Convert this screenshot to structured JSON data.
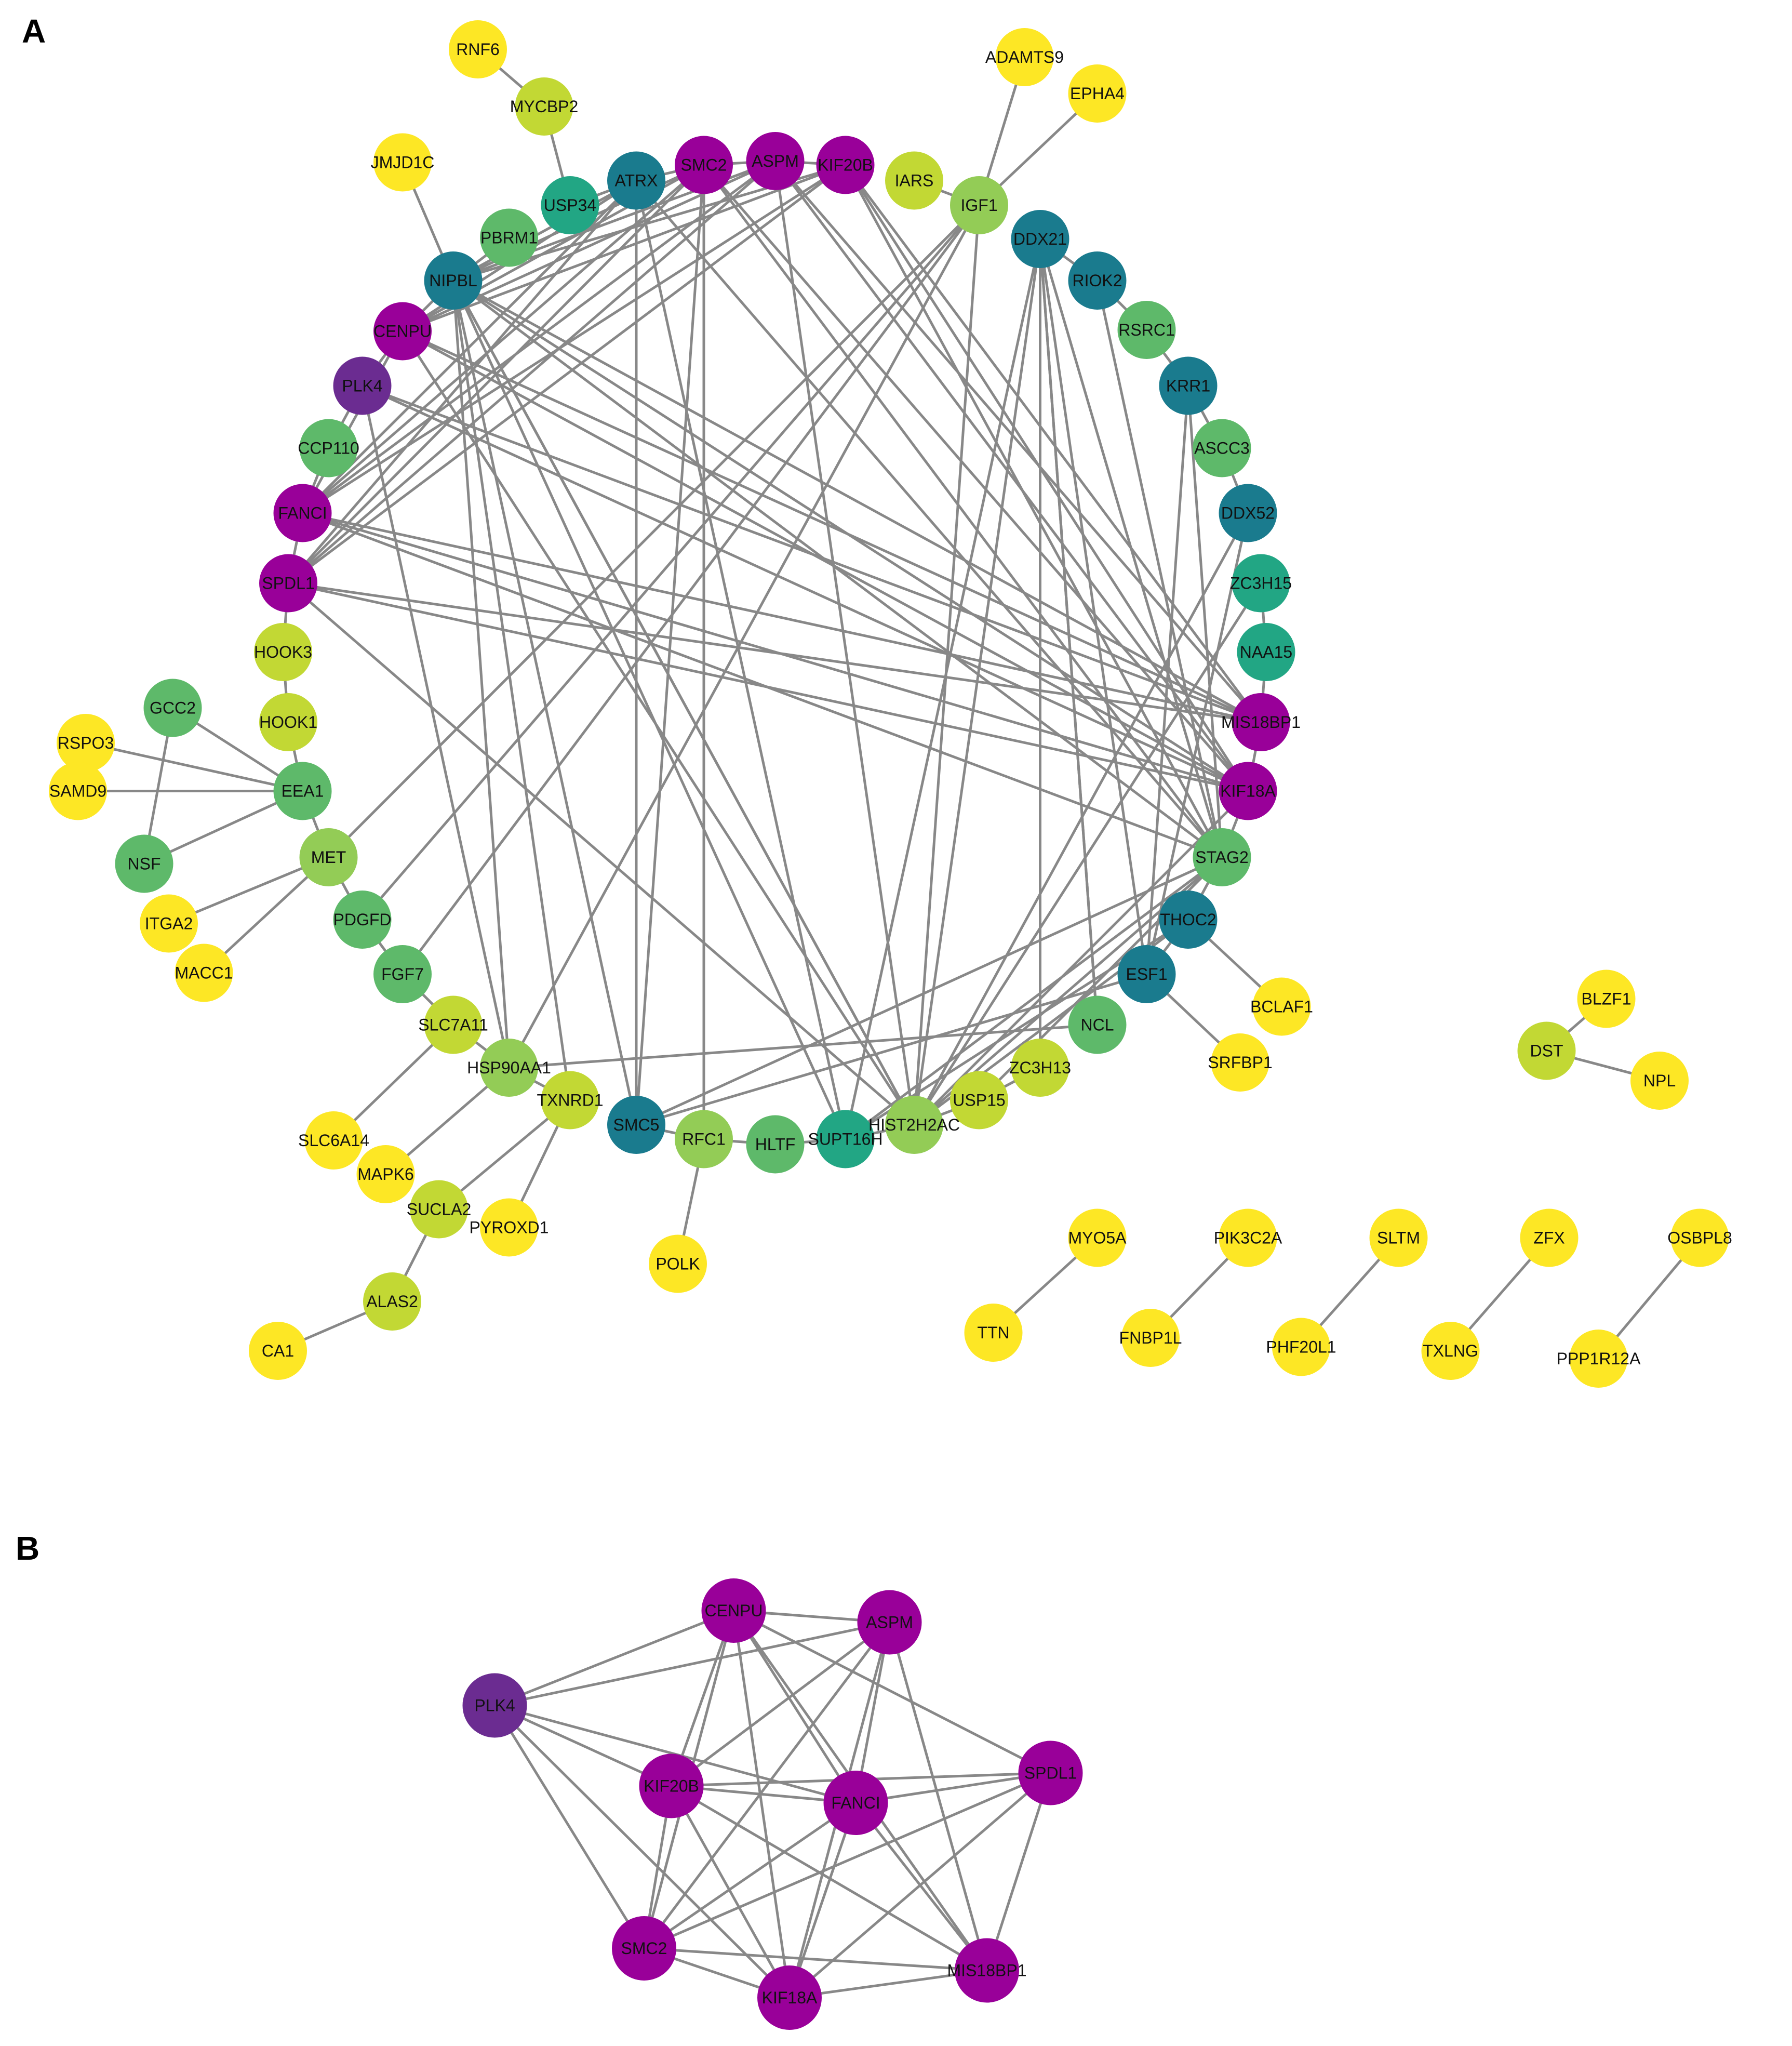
{
  "panels": [
    {
      "label": "A",
      "nodes": {
        "RNF6": {
          "c": "#fde725"
        },
        "MYCBP2": {
          "c": "#c2d834"
        },
        "JMJD1C": {
          "c": "#fde725"
        },
        "USP34": {
          "c": "#22a684"
        },
        "ATRX": {
          "c": "#1a7b8e"
        },
        "SMC2": {
          "c": "#990099"
        },
        "ASPM": {
          "c": "#990099"
        },
        "KIF20B": {
          "c": "#990099"
        },
        "ADAMTS9": {
          "c": "#fde725"
        },
        "EPHA4": {
          "c": "#fde725"
        },
        "IARS": {
          "c": "#c2d834"
        },
        "IGF1": {
          "c": "#93cc56"
        },
        "PBRM1": {
          "c": "#5eb96a"
        },
        "NIPBL": {
          "c": "#1a7b8e"
        },
        "DDX21": {
          "c": "#1a7b8e"
        },
        "RIOK2": {
          "c": "#1a7b8e"
        },
        "CENPU": {
          "c": "#990099"
        },
        "RSRC1": {
          "c": "#5eb96a"
        },
        "PLK4": {
          "c": "#6b2c91"
        },
        "KRR1": {
          "c": "#1a7b8e"
        },
        "CCP110": {
          "c": "#5eb96a"
        },
        "ASCC3": {
          "c": "#5eb96a"
        },
        "FANCI": {
          "c": "#990099"
        },
        "DDX52": {
          "c": "#1a7b8e"
        },
        "SPDL1": {
          "c": "#990099"
        },
        "ZC3H15": {
          "c": "#22a684"
        },
        "HOOK3": {
          "c": "#c2d834"
        },
        "NAA15": {
          "c": "#22a684"
        },
        "GCC2": {
          "c": "#5eb96a"
        },
        "RSPO3": {
          "c": "#fde725"
        },
        "HOOK1": {
          "c": "#c2d834"
        },
        "MIS18BP1": {
          "c": "#990099"
        },
        "SAMD9": {
          "c": "#fde725"
        },
        "EEA1": {
          "c": "#5eb96a"
        },
        "KIF18A": {
          "c": "#990099"
        },
        "NSF": {
          "c": "#5eb96a"
        },
        "MET": {
          "c": "#93cc56"
        },
        "STAG2": {
          "c": "#5eb96a"
        },
        "ITGA2": {
          "c": "#fde725"
        },
        "PDGFD": {
          "c": "#5eb96a"
        },
        "THOC2": {
          "c": "#1a7b8e"
        },
        "MACC1": {
          "c": "#fde725"
        },
        "FGF7": {
          "c": "#5eb96a"
        },
        "ESF1": {
          "c": "#1a7b8e"
        },
        "BLZF1": {
          "c": "#fde725"
        },
        "BCLAF1": {
          "c": "#fde725"
        },
        "SLC7A11": {
          "c": "#c2d834"
        },
        "NCL": {
          "c": "#5eb96a"
        },
        "DST": {
          "c": "#c2d834"
        },
        "HSP90AA1": {
          "c": "#93cc56"
        },
        "ZC3H13": {
          "c": "#c2d834"
        },
        "SRFBP1": {
          "c": "#fde725"
        },
        "NPL": {
          "c": "#fde725"
        },
        "TXNRD1": {
          "c": "#c2d834"
        },
        "USP15": {
          "c": "#c2d834"
        },
        "SLC6A14": {
          "c": "#fde725"
        },
        "SMC5": {
          "c": "#1a7b8e"
        },
        "RFC1": {
          "c": "#93cc56"
        },
        "HLTF": {
          "c": "#5eb96a"
        },
        "SUPT16H": {
          "c": "#22a684"
        },
        "HIST2H2AC": {
          "c": "#93cc56"
        },
        "MAPK6": {
          "c": "#fde725"
        },
        "SUCLA2": {
          "c": "#c2d834"
        },
        "PYROXD1": {
          "c": "#fde725"
        },
        "POLK": {
          "c": "#fde725"
        },
        "MYO5A": {
          "c": "#fde725"
        },
        "PIK3C2A": {
          "c": "#fde725"
        },
        "SLTM": {
          "c": "#fde725"
        },
        "ZFX": {
          "c": "#fde725"
        },
        "OSBPL8": {
          "c": "#fde725"
        },
        "ALAS2": {
          "c": "#c2d834"
        },
        "TTN": {
          "c": "#fde725"
        },
        "FNBP1L": {
          "c": "#fde725"
        },
        "PHF20L1": {
          "c": "#fde725"
        },
        "TXLNG": {
          "c": "#fde725"
        },
        "PPP1R12A": {
          "c": "#fde725"
        },
        "CA1": {
          "c": "#fde725"
        }
      },
      "edges": [
        [
          "RNF6",
          "MYCBP2"
        ],
        [
          "MYCBP2",
          "USP34"
        ],
        [
          "JMJD1C",
          "NIPBL"
        ],
        [
          "ADAMTS9",
          "IGF1"
        ],
        [
          "EPHA4",
          "IGF1"
        ],
        [
          "IARS",
          "IGF1"
        ],
        [
          "USP34",
          "ATRX"
        ],
        [
          "ATRX",
          "SMC2"
        ],
        [
          "SMC2",
          "ASPM"
        ],
        [
          "ASPM",
          "KIF20B"
        ],
        [
          "PBRM1",
          "NIPBL"
        ],
        [
          "NIPBL",
          "CENPU"
        ],
        [
          "CENPU",
          "PLK4"
        ],
        [
          "PLK4",
          "CCP110"
        ],
        [
          "CCP110",
          "FANCI"
        ],
        [
          "FANCI",
          "SPDL1"
        ],
        [
          "SPDL1",
          "HOOK3"
        ],
        [
          "HOOK3",
          "HOOK1"
        ],
        [
          "HOOK1",
          "EEA1"
        ],
        [
          "GCC2",
          "EEA1"
        ],
        [
          "RSPO3",
          "EEA1"
        ],
        [
          "SAMD9",
          "EEA1"
        ],
        [
          "NSF",
          "EEA1"
        ],
        [
          "GCC2",
          "NSF"
        ],
        [
          "EEA1",
          "MET"
        ],
        [
          "MET",
          "PDGFD"
        ],
        [
          "MET",
          "ITGA2"
        ],
        [
          "MET",
          "MACC1"
        ],
        [
          "PDGFD",
          "FGF7"
        ],
        [
          "FGF7",
          "SLC7A11"
        ],
        [
          "SLC7A11",
          "HSP90AA1"
        ],
        [
          "SLC7A11",
          "SLC6A14"
        ],
        [
          "HSP90AA1",
          "TXNRD1"
        ],
        [
          "HSP90AA1",
          "MAPK6"
        ],
        [
          "TXNRD1",
          "SUCLA2"
        ],
        [
          "TXNRD1",
          "PYROXD1"
        ],
        [
          "SUCLA2",
          "ALAS2"
        ],
        [
          "ALAS2",
          "CA1"
        ],
        [
          "SMC5",
          "RFC1"
        ],
        [
          "RFC1",
          "HLTF"
        ],
        [
          "RFC1",
          "POLK"
        ],
        [
          "HLTF",
          "SUPT16H"
        ],
        [
          "SUPT16H",
          "HIST2H2AC"
        ],
        [
          "HIST2H2AC",
          "USP15"
        ],
        [
          "USP15",
          "ZC3H13"
        ],
        [
          "HSP90AA1",
          "NCL"
        ],
        [
          "DDX21",
          "RIOK2"
        ],
        [
          "RIOK2",
          "RSRC1"
        ],
        [
          "RSRC1",
          "KRR1"
        ],
        [
          "KRR1",
          "ASCC3"
        ],
        [
          "ASCC3",
          "DDX52"
        ],
        [
          "ZC3H15",
          "NAA15"
        ],
        [
          "NAA15",
          "MIS18BP1"
        ],
        [
          "MIS18BP1",
          "KIF18A"
        ],
        [
          "KIF18A",
          "STAG2"
        ],
        [
          "STAG2",
          "THOC2"
        ],
        [
          "THOC2",
          "ESF1"
        ],
        [
          "THOC2",
          "BCLAF1"
        ],
        [
          "ESF1",
          "SRFBP1"
        ],
        [
          "DST",
          "BLZF1"
        ],
        [
          "DST",
          "NPL"
        ],
        [
          "MYO5A",
          "TTN"
        ],
        [
          "PIK3C2A",
          "FNBP1L"
        ],
        [
          "SLTM",
          "PHF20L1"
        ],
        [
          "ZFX",
          "TXLNG"
        ],
        [
          "OSBPL8",
          "PPP1R12A"
        ],
        [
          "ATRX",
          "NIPBL"
        ],
        [
          "ATRX",
          "CENPU"
        ],
        [
          "ATRX",
          "SMC5"
        ],
        [
          "ATRX",
          "SUPT16H"
        ],
        [
          "ATRX",
          "STAG2"
        ],
        [
          "ATRX",
          "FANCI"
        ],
        [
          "ATRX",
          "SPDL1"
        ],
        [
          "SMC2",
          "FANCI"
        ],
        [
          "SMC2",
          "SPDL1"
        ],
        [
          "SMC2",
          "SMC5"
        ],
        [
          "SMC2",
          "STAG2"
        ],
        [
          "SMC2",
          "KIF18A"
        ],
        [
          "SMC2",
          "CENPU"
        ],
        [
          "SMC2",
          "NIPBL"
        ],
        [
          "SMC2",
          "RFC1"
        ],
        [
          "ASPM",
          "SPDL1"
        ],
        [
          "ASPM",
          "FANCI"
        ],
        [
          "ASPM",
          "CENPU"
        ],
        [
          "ASPM",
          "KIF18A"
        ],
        [
          "ASPM",
          "MIS18BP1"
        ],
        [
          "ASPM",
          "HIST2H2AC"
        ],
        [
          "ASPM",
          "NIPBL"
        ],
        [
          "KIF20B",
          "FANCI"
        ],
        [
          "KIF20B",
          "SPDL1"
        ],
        [
          "KIF20B",
          "CENPU"
        ],
        [
          "KIF20B",
          "KIF18A"
        ],
        [
          "KIF20B",
          "MIS18BP1"
        ],
        [
          "KIF20B",
          "NIPBL"
        ],
        [
          "KIF20B",
          "STAG2"
        ],
        [
          "IGF1",
          "MET"
        ],
        [
          "IGF1",
          "HSP90AA1"
        ],
        [
          "IGF1",
          "FGF7"
        ],
        [
          "IGF1",
          "PDGFD"
        ],
        [
          "IGF1",
          "HIST2H2AC"
        ],
        [
          "DDX21",
          "HIST2H2AC"
        ],
        [
          "DDX21",
          "SUPT16H"
        ],
        [
          "DDX21",
          "ZC3H13"
        ],
        [
          "DDX21",
          "NCL"
        ],
        [
          "DDX21",
          "ESF1"
        ],
        [
          "DDX21",
          "STAG2"
        ],
        [
          "NIPBL",
          "STAG2"
        ],
        [
          "NIPBL",
          "KIF18A"
        ],
        [
          "NIPBL",
          "MIS18BP1"
        ],
        [
          "NIPBL",
          "HIST2H2AC"
        ],
        [
          "NIPBL",
          "SMC5"
        ],
        [
          "CENPU",
          "MIS18BP1"
        ],
        [
          "CENPU",
          "KIF18A"
        ],
        [
          "CENPU",
          "HIST2H2AC"
        ],
        [
          "CENPU",
          "FANCI"
        ],
        [
          "PLK4",
          "HSP90AA1"
        ],
        [
          "PLK4",
          "KIF18A"
        ],
        [
          "PLK4",
          "MIS18BP1"
        ],
        [
          "FANCI",
          "KIF18A"
        ],
        [
          "FANCI",
          "MIS18BP1"
        ],
        [
          "FANCI",
          "STAG2"
        ],
        [
          "SPDL1",
          "MIS18BP1"
        ],
        [
          "SPDL1",
          "KIF18A"
        ],
        [
          "SPDL1",
          "HIST2H2AC"
        ],
        [
          "HIST2H2AC",
          "STAG2"
        ],
        [
          "HIST2H2AC",
          "KIF18A"
        ],
        [
          "HIST2H2AC",
          "THOC2"
        ],
        [
          "HIST2H2AC",
          "ZC3H15"
        ],
        [
          "HIST2H2AC",
          "DDX52"
        ],
        [
          "HIST2H2AC",
          "NIPBL"
        ],
        [
          "SUPT16H",
          "THOC2"
        ],
        [
          "SUPT16H",
          "STAG2"
        ],
        [
          "SUPT16H",
          "NIPBL"
        ],
        [
          "USP15",
          "STAG2"
        ],
        [
          "NCL",
          "DDX21"
        ],
        [
          "SMC5",
          "STAG2"
        ],
        [
          "SMC5",
          "ESF1"
        ],
        [
          "HSP90AA1",
          "NIPBL"
        ],
        [
          "TXNRD1",
          "NIPBL"
        ],
        [
          "KRR1",
          "STAG2"
        ],
        [
          "KRR1",
          "ESF1"
        ],
        [
          "DDX52",
          "ESF1"
        ],
        [
          "RIOK2",
          "STAG2"
        ]
      ]
    },
    {
      "label": "B",
      "nodes": {
        "CENPU": {
          "c": "#990099"
        },
        "ASPM": {
          "c": "#990099"
        },
        "PLK4": {
          "c": "#6b2c91"
        },
        "SPDL1": {
          "c": "#990099"
        },
        "KIF20B": {
          "c": "#990099"
        },
        "FANCI": {
          "c": "#990099"
        },
        "SMC2": {
          "c": "#990099"
        },
        "KIF18A": {
          "c": "#990099"
        },
        "MIS18BP1": {
          "c": "#990099"
        }
      },
      "edges": [
        [
          "PLK4",
          "CENPU"
        ],
        [
          "PLK4",
          "ASPM"
        ],
        [
          "PLK4",
          "KIF20B"
        ],
        [
          "PLK4",
          "FANCI"
        ],
        [
          "PLK4",
          "SMC2"
        ],
        [
          "PLK4",
          "KIF18A"
        ],
        [
          "CENPU",
          "ASPM"
        ],
        [
          "CENPU",
          "SPDL1"
        ],
        [
          "CENPU",
          "KIF20B"
        ],
        [
          "CENPU",
          "FANCI"
        ],
        [
          "CENPU",
          "SMC2"
        ],
        [
          "CENPU",
          "KIF18A"
        ],
        [
          "CENPU",
          "MIS18BP1"
        ],
        [
          "ASPM",
          "KIF20B"
        ],
        [
          "ASPM",
          "FANCI"
        ],
        [
          "ASPM",
          "SMC2"
        ],
        [
          "ASPM",
          "KIF18A"
        ],
        [
          "ASPM",
          "MIS18BP1"
        ],
        [
          "SPDL1",
          "KIF20B"
        ],
        [
          "SPDL1",
          "FANCI"
        ],
        [
          "SPDL1",
          "SMC2"
        ],
        [
          "SPDL1",
          "KIF18A"
        ],
        [
          "SPDL1",
          "MIS18BP1"
        ],
        [
          "KIF20B",
          "FANCI"
        ],
        [
          "KIF20B",
          "SMC2"
        ],
        [
          "KIF20B",
          "KIF18A"
        ],
        [
          "KIF20B",
          "MIS18BP1"
        ],
        [
          "FANCI",
          "SMC2"
        ],
        [
          "FANCI",
          "KIF18A"
        ],
        [
          "FANCI",
          "MIS18BP1"
        ],
        [
          "SMC2",
          "KIF18A"
        ],
        [
          "SMC2",
          "MIS18BP1"
        ],
        [
          "KIF18A",
          "MIS18BP1"
        ]
      ]
    }
  ]
}
